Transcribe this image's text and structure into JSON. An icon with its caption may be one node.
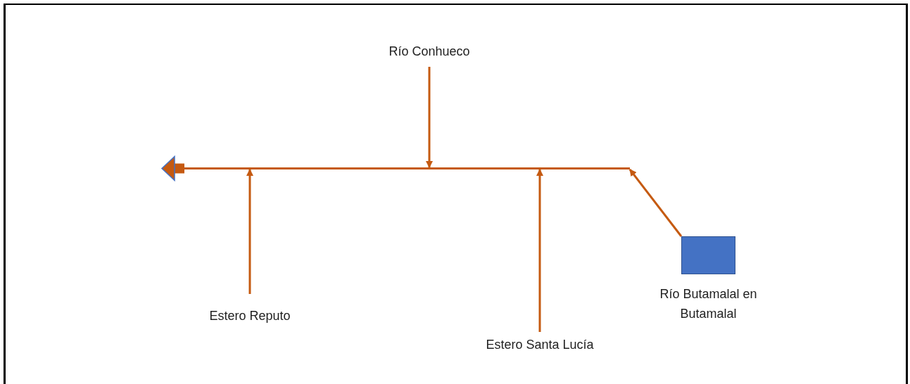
{
  "diagram": {
    "nodes": [
      {
        "text": [
          "Río Conhueco"
        ]
      },
      {
        "text": [
          "Estero Reputo"
        ]
      },
      {
        "text": [
          "Estero Santa Lucía"
        ]
      },
      {
        "text": [],
        "shape": "box",
        "beside": [
          "Río Butamalal en Butamalal"
        ]
      },
      {
        "text": [],
        "shape": "bar"
      }
    ],
    "edges": [
      {
        "from": 0,
        "to": 4,
        "arrow": "to"
      },
      {
        "from": 1,
        "to": 4,
        "arrow": "to"
      },
      {
        "from": 2,
        "to": 4,
        "arrow": "to"
      },
      {
        "from": 3,
        "to": 4,
        "arrow": "to"
      },
      {
        "from": 4,
        "to": null,
        "arrow": "to",
        "style": "thick"
      }
    ]
  }
}
